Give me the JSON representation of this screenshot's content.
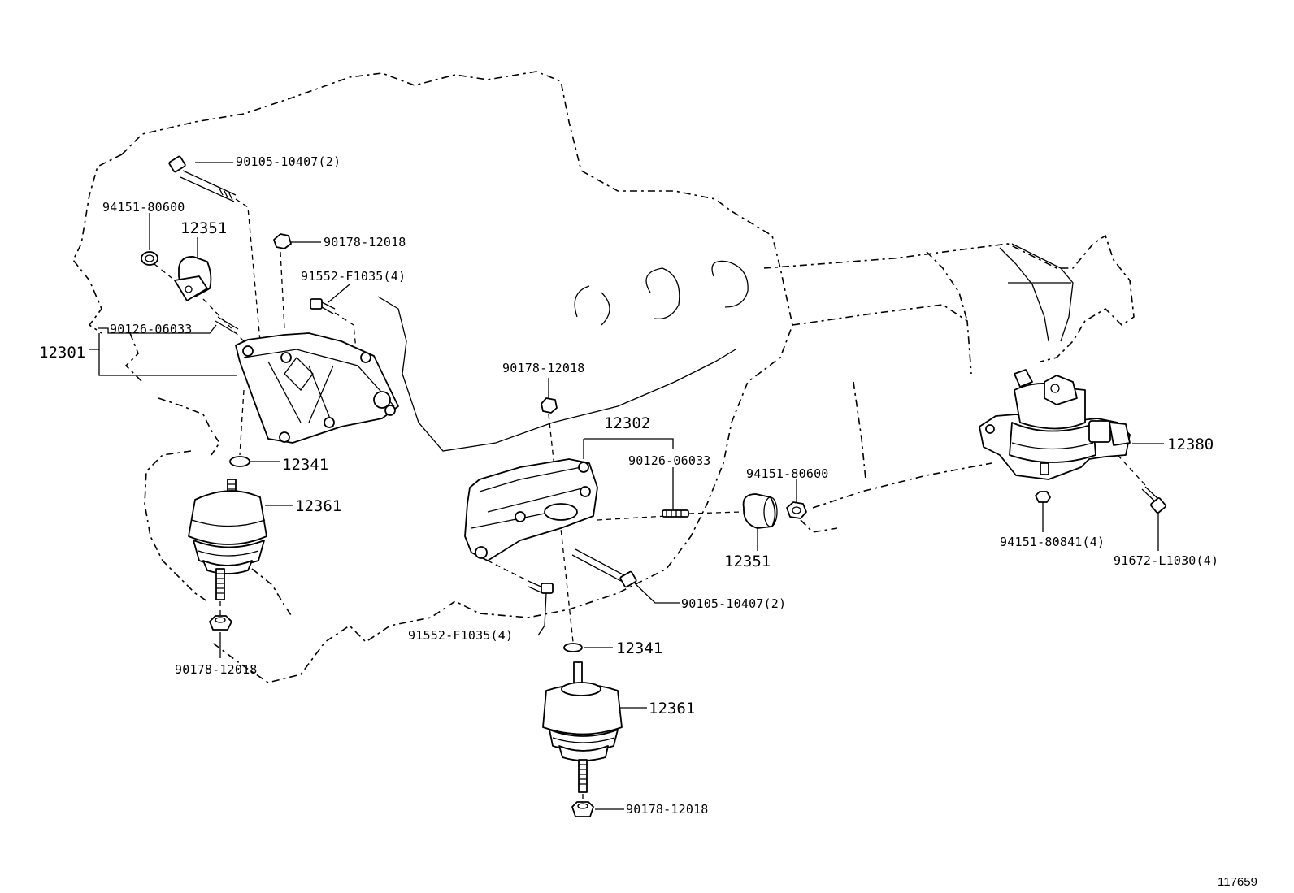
{
  "diagram_id": "117659",
  "labels": {
    "bolt_top_left": "90105-10407(2)",
    "nut_top_left": "94151-80600",
    "insulator_left": "12351",
    "nut_flange_top_left": "90178-12018",
    "bolt_bracket_left": "91552-F1035(4)",
    "stud_left": "90126-06033",
    "bracket_left": "12301",
    "stopper_left": "12341",
    "mount_left": "12361",
    "nut_bottom_left": "90178-12018",
    "nut_flange_center": "90178-12018",
    "bracket_right": "12302",
    "stud_right": "90126-06033",
    "nut_center": "94151-80600",
    "insulator_center": "12351",
    "bolt_center": "90105-10407(2)",
    "bolt_bracket_center": "91552-F1035(4)",
    "stopper_center": "12341",
    "mount_center": "12361",
    "nut_bottom_center": "90178-12018",
    "rear_mount": "12380",
    "nut_rear": "94151-80841(4)",
    "bolt_rear": "91672-L1030(4)"
  }
}
